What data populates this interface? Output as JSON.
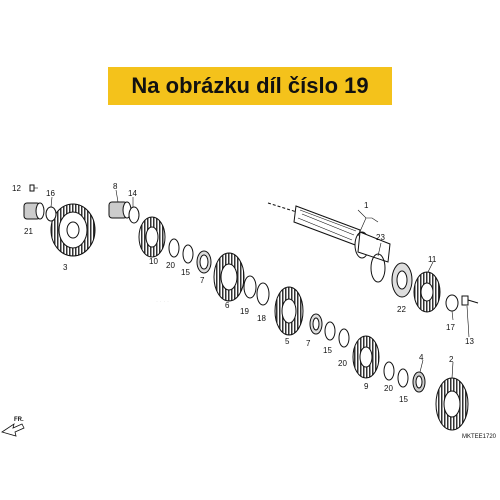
{
  "banner": {
    "text": "Na obrázku díl číslo 19"
  },
  "diagram": {
    "code": "MKTEE1720",
    "direction": "FR.",
    "labels": {
      "p1": "1",
      "p2": "2",
      "p3": "3",
      "p4": "4",
      "p5": "5",
      "p6": "6",
      "p7a": "7",
      "p7b": "7",
      "p8": "8",
      "p9": "9",
      "p10": "10",
      "p11": "11",
      "p12": "12",
      "p13": "13",
      "p14": "14",
      "p15a": "15",
      "p15b": "15",
      "p16": "16",
      "p17": "17",
      "p18": "18",
      "p19": "19",
      "p20a": "20",
      "p20b": "20",
      "p20c": "20",
      "p21": "21",
      "p22": "22",
      "p23": "23"
    }
  },
  "colors": {
    "banner": "#f4c21b",
    "ink": "#111111"
  }
}
